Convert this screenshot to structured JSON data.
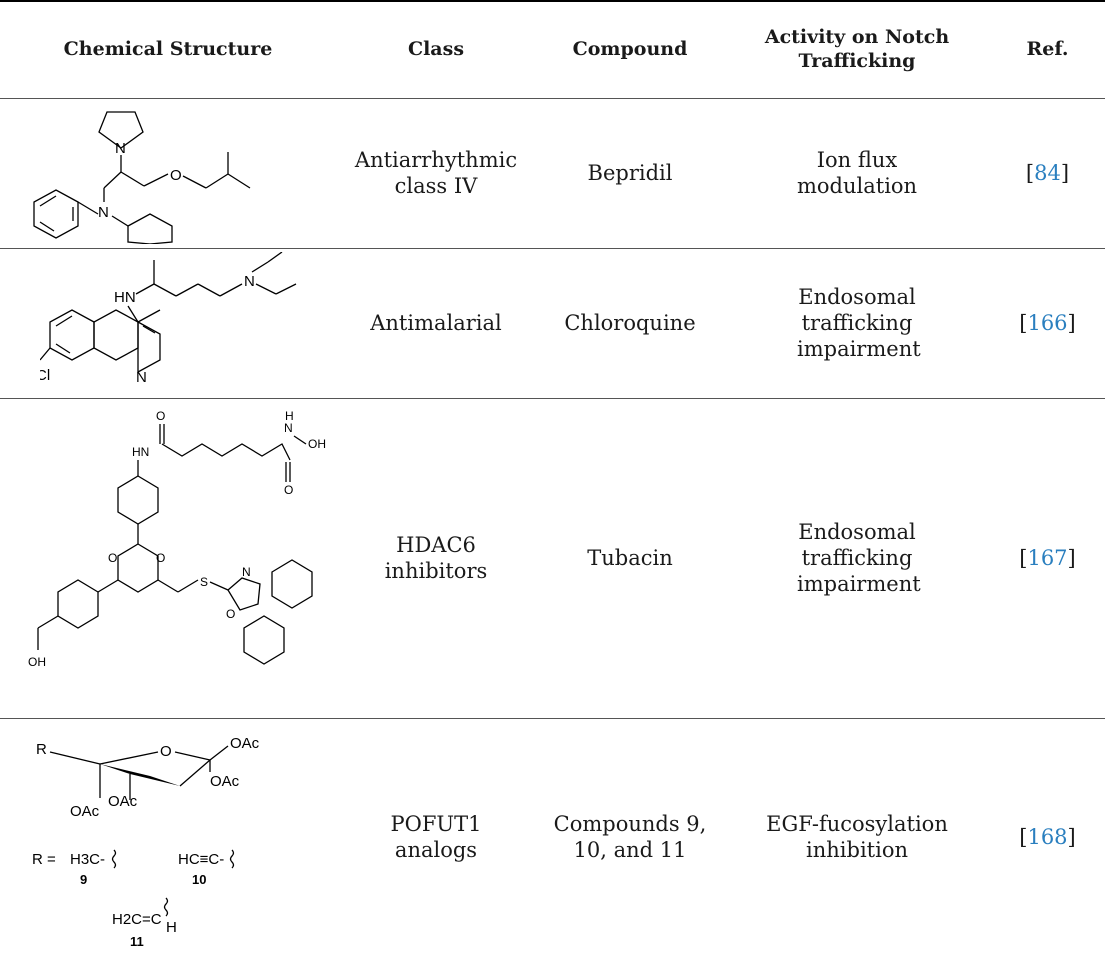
{
  "table": {
    "headers": {
      "structure": "Chemical Structure",
      "class": "Class",
      "compound": "Compound",
      "activity": "Activity on Notch Trafficking",
      "ref": "Ref."
    },
    "rows": [
      {
        "class": "Antiarrhythmic class IV",
        "compound": "Bepridil",
        "activity": "Ion flux modulation",
        "ref_open": "[",
        "ref_num": "84",
        "ref_close": "]",
        "structure_labels": {
          "n1": "N",
          "n2": "N",
          "o1": "O"
        }
      },
      {
        "class": "Antimalarial",
        "compound": "Chloroquine",
        "activity": "Endosomal trafficking impairment",
        "ref_open": "[",
        "ref_num": "166",
        "ref_close": "]",
        "structure_labels": {
          "hn": "HN",
          "n1": "N",
          "n2": "N",
          "cl": "Cl"
        }
      },
      {
        "class": "HDAC6 inhibitors",
        "compound": "Tubacin",
        "activity": "Endosomal trafficking impairment",
        "ref_open": "[",
        "ref_num": "167",
        "ref_close": "]",
        "structure_labels": {
          "hn": "HN",
          "o1": "O",
          "o2": "O",
          "nh": "H",
          "n_h": "N",
          "oh1": "OH",
          "o3": "O",
          "o4": "O",
          "s": "S",
          "n3": "N",
          "o5": "O",
          "oh2": "OH"
        }
      },
      {
        "class": "POFUT1 analogs",
        "compound": "Compounds 9, 10, and 11",
        "activity": "EGF-fucosylation inhibition",
        "ref_open": "[",
        "ref_num": "168",
        "ref_close": "]",
        "structure_labels": {
          "r": "R",
          "o": "O",
          "oac1": "OAc",
          "oac2": "OAc",
          "oac3": "OAc",
          "oac4": "OAc",
          "r_eq": "R =",
          "s9": "H3C-",
          "s10": "HC≡C-",
          "s11a": "H2C=C",
          "s11b": "H",
          "n9": "9",
          "n10": "10",
          "n11": "11"
        }
      }
    ]
  }
}
